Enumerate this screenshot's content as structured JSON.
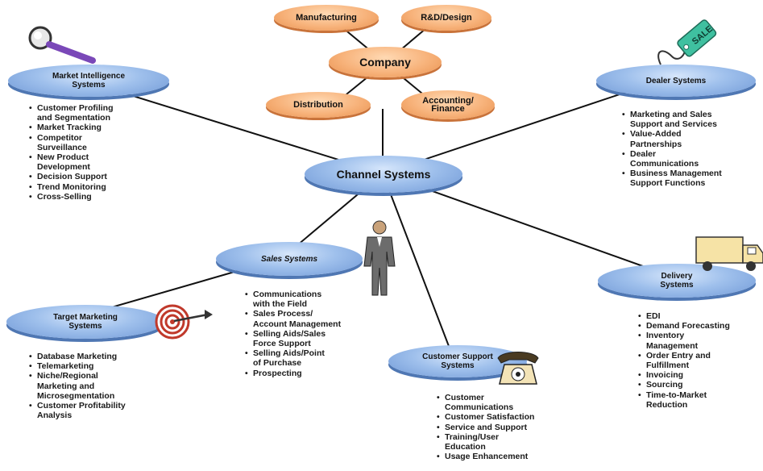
{
  "company": {
    "center": "Company",
    "satellites": [
      "Manufacturing",
      "R&D/Design",
      "Distribution",
      "Accounting/\nFinance"
    ]
  },
  "hub": "Channel Systems",
  "systems": {
    "market_intelligence": {
      "title": "Market Intelligence\nSystems",
      "items": [
        "Customer Profiling\nand Segmentation",
        "Market Tracking",
        "Competitor\nSurveillance",
        "New Product\nDevelopment",
        "Decision Support",
        "Trend Monitoring",
        "Cross-Selling"
      ]
    },
    "dealer": {
      "title": "Dealer Systems",
      "items": [
        "Marketing and Sales\nSupport and Services",
        "Value-Added\nPartnerships",
        "Dealer\nCommunications",
        "Business Management\nSupport Functions"
      ]
    },
    "sales": {
      "title": "Sales Systems",
      "items": [
        "Communications\nwith the Field",
        "Sales Process/\nAccount Management",
        "Selling Aids/Sales\nForce Support",
        "Selling Aids/Point\nof Purchase",
        "Prospecting"
      ]
    },
    "target_marketing": {
      "title": "Target Marketing\nSystems",
      "items": [
        "Database Marketing",
        "Telemarketing",
        "Niche/Regional\nMarketing and\nMicrosegmentation",
        "Customer Profitability\nAnalysis"
      ]
    },
    "customer_support": {
      "title": "Customer Support\nSystems",
      "items": [
        "Customer\nCommunications",
        "Customer Satisfaction",
        "Service and Support",
        "Training/User\nEducation",
        "Usage Enhancement"
      ]
    },
    "delivery": {
      "title": "Delivery\nSystems",
      "items": [
        "EDI",
        "Demand Forecasting",
        "Inventory\nManagement",
        "Order Entry and\nFulfillment",
        "Invoicing",
        "Sourcing",
        "Time-to-Market\nReduction"
      ]
    }
  },
  "icons": {
    "market_intelligence": "magnifying-glass-icon",
    "dealer": "sale-tag-icon",
    "sales": "salesperson-icon",
    "target_marketing": "target-icon",
    "customer_support": "telephone-icon",
    "delivery": "truck-icon"
  },
  "sale_tag_text": "SALE",
  "colors": {
    "blue_node": "#8fb3e6",
    "orange_node": "#f7b27a",
    "line": "#111111"
  }
}
